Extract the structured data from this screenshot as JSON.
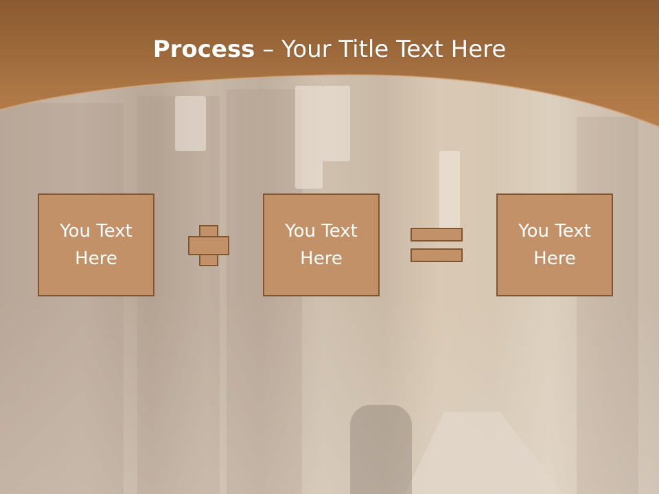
{
  "title": {
    "bold_part": "Process",
    "regular_part": " – Your Title Text Here"
  },
  "process": {
    "boxes": [
      {
        "text": "You Text Here"
      },
      {
        "text": "You Text Here"
      },
      {
        "text": "You Text Here"
      }
    ],
    "plus_icon": "plus-icon",
    "equals_icon": "equals-icon"
  },
  "colors": {
    "header": "#a06a3c",
    "box_fill": "#c39167",
    "box_border": "#7f5632",
    "text": "#ffffff"
  }
}
